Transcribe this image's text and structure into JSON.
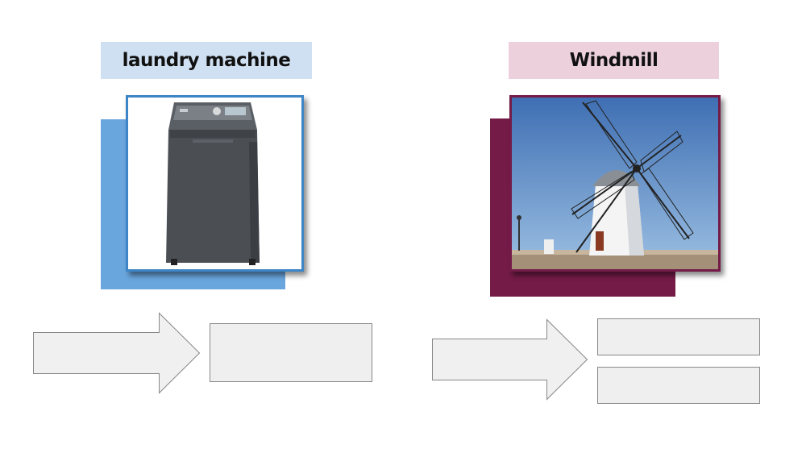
{
  "cards": [
    {
      "title": "laundry machine",
      "image": "washing-machine-photo",
      "accent": "#3d85c6",
      "title_bg": "#cfe0f2",
      "answer_boxes": 1
    },
    {
      "title": "Windmill",
      "image": "windmill-photo",
      "accent": "#741b47",
      "title_bg": "#ecd1dd",
      "answer_boxes": 2
    }
  ],
  "colors": {
    "arrow_fill": "#f0f0f0",
    "box_fill": "#efefef",
    "outline": "#888888"
  }
}
